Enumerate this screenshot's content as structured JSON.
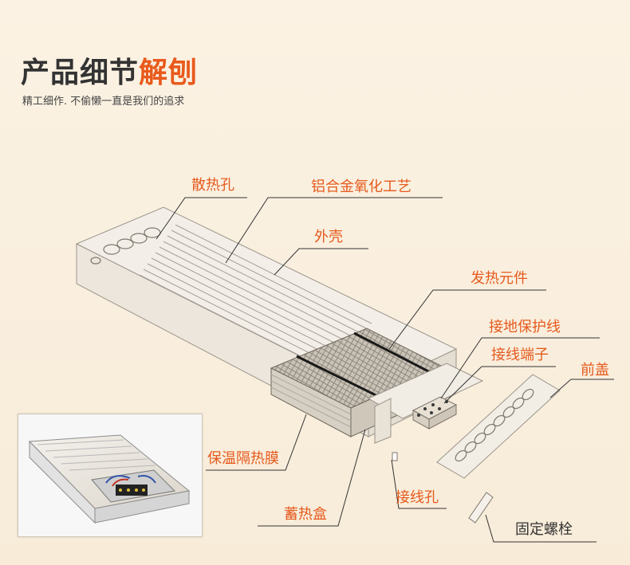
{
  "title_main": "产品细节",
  "title_accent": "解刨",
  "subtitle": "精工细作. 不偷懒一直是我们的追求",
  "colors": {
    "accent": "#e85a1c",
    "text": "#333333",
    "background": "#faf0e0",
    "line": "#444444"
  },
  "labels": {
    "vent_holes": "散热孔",
    "aluminum_oxidation": "铝合金氧化工艺",
    "shell": "外壳",
    "heating_element": "发热元件",
    "ground_wire": "接地保护线",
    "terminal": "接线端子",
    "front_cover": "前盖",
    "insulation_film": "保温隔热膜",
    "wire_hole": "接线孔",
    "heat_storage_box": "蓄热盒",
    "fixing_bolt": "固定螺栓"
  }
}
